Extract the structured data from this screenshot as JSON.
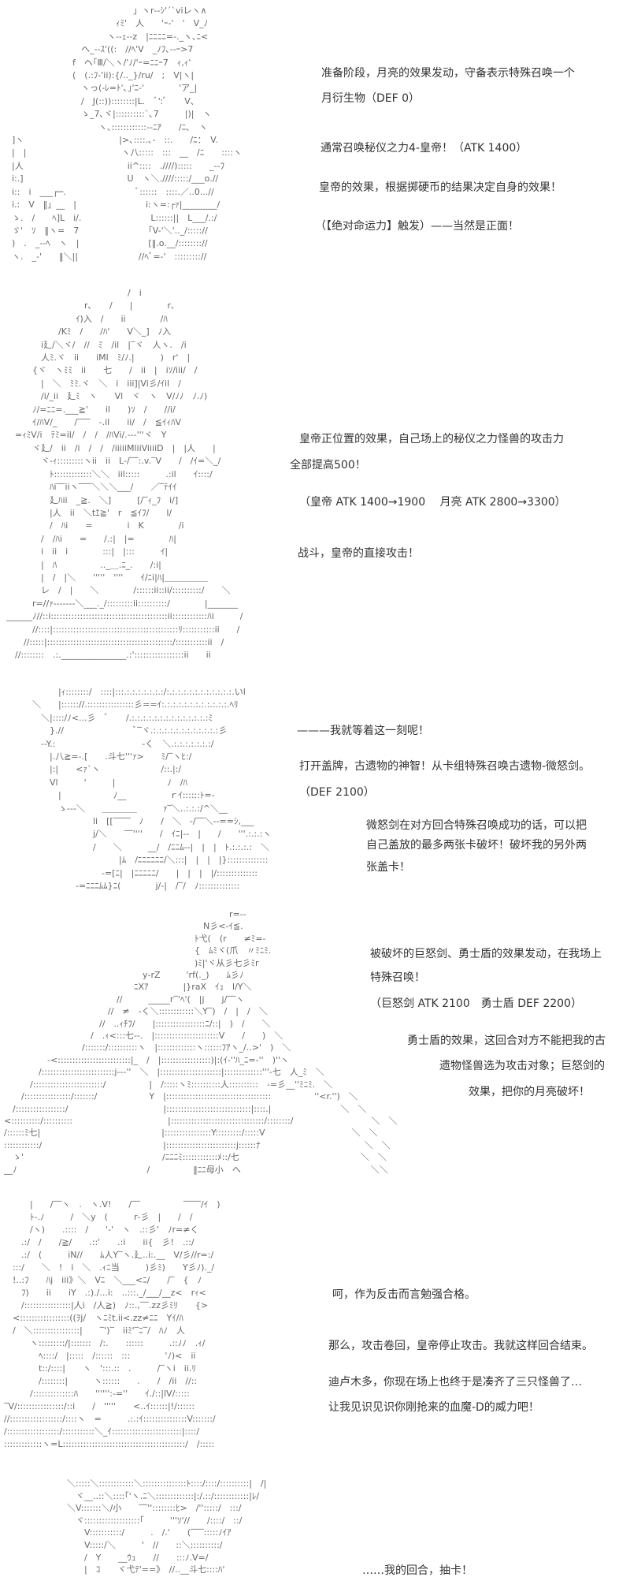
{
  "panels": [
    {
      "art": [
        "　　　　　　　　　　　　　　」ヽr‐-ｼ'´`viレヽ∧",
        "　　　　　　　　　　　　ｨﾐ'　人　　'ｰ-'　'　V_ﾉ",
        "　　　　　　　　　　　ヽ--ｪ--z　|ﾆﾆﾆﾆ=-._ヽ､ﾆ<",
        "　　　　　　　　ヘ_--ｽ'((:　//ﾍ'V　_ﾉﾌ､--ｰ>7",
        "　　　　　　　f　ヘ｢Ⅲ/＼ヽ/'ﾉ/'ｰ=ﾆﾆｰ7　ｨ,ｨ'",
        "　　　　　　　(　(.:ﾌ-'ii):{/.._}/ru/　;　V|ヽ|",
        "　　　　　　　　ヽっ(-ﾚ=ﾄ'､｣'ﾆ-'　　　　'ア_|",
        "　　　　　　　　/　J(::))::::::::|L.　ﾞ':ﾞ　　V､",
        "　　　　　　　　ゝ_7､ヾ|::::::::::`､7　　　|)|　ヽ",
        "　　　　　　　　　　ヽ､::::::::::::--ﾆｱ　　/ﾆ､　ヽ",
        "]ヽ　　　　　　　　　　　|>､::::.､-　::.　　/ﾆ：　V.",
        "|　|　　　　　　　　　　　ヽ八:::::　:::　__　/ﾆ　　::::ヽ",
        "|人　　　　　　　　　　　　ii^::::　.////):::::　　_--ﾌ",
        "i:.]　　　　　　　　　　　　U　ヽ＼.////:::::/___o.//",
        "i::　i　___┌─.　　　　　　　　ﾞ::::::　::::.／..0...//",
        "i.:　V　‖」__　|　　　　　　　　i:ヽ=:┌ｧ|________/",
        "ゝ.　/　　ﾍ]L　i/.　　　　　　　　L::::::||　L___/.:/",
        "ゞ'　ｿ　‖ヽ=　7　　　　　　　　｢V-'＼'.._/::::://",
        ")　.　_--ﾍ　ヽ　|　　　　　　　　[‖.o.__/:::::::://",
        "ヽ.　_-'　　‖＼||　　　　　　　//ﾍﾞ=-'　::::::::://"
      ],
      "captions": [
        "准备阶段，月亮的效果发动，守备表示特殊召唤一个",
        "月衍生物（DEF 0）",
        "通常召唤秘仪之力4-皇帝！（ATK 1400）",
        "皇帝的效果，根据掷硬币的结果决定自身的效果！",
        "（【绝对命运力】触发）——当然是正面！"
      ]
    },
    {
      "art": [
        "　　　　　　　　　　　　　　/　i",
        "　　　　　　　　　r､　　/　　|　　　　r､",
        "　　　　　　　　ｲ)入　/　　ii　　　　/ﾊ",
        "　　　　　　/Kﾐ　/　　/ﾊ'　　V＼_]　ﾉ入",
        "　　　　i廴/＼ヾ/　//　ﾐ　/il　|‾ヾ　人ヽ.　/i",
        "　　　　人ﾐ.ヾ　ii　　iMl　ﾐ/ﾉ.|　　　)　r'　|",
        "　　　{ヾ　ヽﾐﾐ　ii　　七　　/　ii　|　iｿ/iii/　/",
        "　　　　|　＼　ﾐﾐ.ヾ　＼　i　iii]|Vi彡/ｲil　/",
        "　　　　/i/_ii　廴ﾐ　ヽ　　Vl　ヾ　ヽ　V/ﾉﾉ　ﾉ.ﾉ)",
        "　　　ﾉ/=ﾆﾆ=.___≧'　　il　　)ｿ　/　　//i/",
        "　　　ｲ/ﾊV/_　　/‾‾‾　‐.il　　ii/　/　≦ｲｨﾊV",
        "　=ｨﾐV/i　ﾃﾐ=il/　/　/　/ﾊVi/.‐‐‐'''ヾ　Y",
        "　　　ヾ廴/　ii　/i　/　/　/iiiiiMliiViiiiD　|　|人　　|",
        "　　　　ヾ‐ｨ:::::::::ヽii　ii　L-/‾‾:.v.‾V　　/　/ｲ=＼_/",
        "　　　　　ﾄ:::::::::::::＼＼　iil:::::　　　.:il　　ｲ::::/",
        "　　　　　ﾊi‾‾iiヽ‾‾‾＼＼＼___/　　／‾ﾃｲｲ",
        "　　　　　廴ﾊii　_≧.　＼]　　　[/‾ｨ_ﾌ　i/]",
        "　　　　　|人　ii　＼tｴ≧'　r　≦ｲﾌ/　　l/",
        "　　　　　/　ﾊi　　=　　　　i　K　　　　/i",
        "　　　　/　/ﾊi　　=　　/.:|　|=　　　　ﾊ|",
        "　　　　i　ii　i　　　　:::|　|:::　　　ｲ|",
        "　　　　|　ﾊ　　　　　.._＿.ﾆ_.　　/:i|",
        "　　　　|　/　|＼　　'''''　''''　　ｲ/ﾆi|ﾊ|＿＿＿＿＿",
        "　　　　レ　/　|　　＼　　　　/::::::ii::ii/::::::::::/　　＼",
        "　　　r=//ｧ‐‐‐‐‐‐‐＼___._/:::::::::ii::::::::::/　　　　|_______",
        "______ﾉ//::i::::::::::::::::::::::::::::::::::::::::ii::::::::::::ﾊi　　　/",
        "　　　//::::|:::::::::::::::::::::::::::::::::::::::::::ﾘ:::::::::::ii　　/",
        "　　//:::::|:::::::::::::::::::::::::::::::::::::::::::/:::::::::::ii　/",
        "　//::::::::　.:._______________.:':::::::::::::::::ii　　ii"
      ],
      "captions": [
        "皇帝正位置的效果，自己场上的秘仪之力怪兽的攻击力",
        "全部提高500！",
        "（皇帝 ATK 1400→1900　 月亮 ATK 2800→3300）",
        "战斗，皇帝的直接攻击！"
      ]
    },
    {
      "art": [
        "　　　　|ｨ::::::::/　::::|:::.:.:.:.:.:.:.:/:.:.:.:.:.:.:.:.:.:.:.:.いl",
        "　＼　　|:::::://.::::::::::::::::彡==ｲ:.:.:.:.:.:.:.:.:.:.:.:.ﾍﾘ",
        "　　＼|::::/ﾉ<...彡　ﾞ　　/.:.:.:.:.:.:.:.:.:.:.:.:.:.:ﾐ",
        "　　　}.//　　　　　　　　ﾞ‾ヾ.:.:.:.:.:.:.:.:.:.:.:.:彡",
        "　　‐‐Y.:　　　　　　　　　　‐く　＼.:.:.:.:.:.:.:/",
        "　　　|.八≧=‐.[　　.斗七'''ｧ>　　ﾐ/‾ヽﾋ:/",
        "　　　|:|　　<ｧ`ヽ　　　　　　　/::.|:/",
        "　　　Vl　　　'　　　|　　　　　　ﾉ　/ﾊ",
        "　　　　|　　　　　　ﾉ__　　　　　ｒｲ::::::ﾄ=‐",
        "　　　　ゝ‐‐‐＼　　＿＿＿＿　　　ｧ‾＼..:.:.:/^＼__",
        "　　　　　　　　li　[[‾‾‾‾　ﾉ　　/　＼　‐/‾‾＼‐‐==ｼ,___",
        "　　　　　　　　j/＼　　‾‾''''　　/　ｲﾆ|‐‐　|　　/　　'''.:.:.:ヽ",
        "　　　　　　　　/　　＼　　　__/　/ﾆﾆﾑ‐‐|　|　|　ﾄ.:.:.:.:　＼",
        "　　　　　　　　　　　|ﾑ　/ﾆﾆﾆﾆﾆﾆ/＼:::|　|　|　|}::::::::::::::",
        "　　　　　　　　　‐=[ﾆ|　|ﾆﾆﾆﾆﾆ/　　|　|　|　|/::::::::::::::",
        "　　　　　　‐=ﾆﾆﾆﾑﾑ}ﾆ(　　　　j/‐|　/‾/　ﾉ::::::::::::::"
      ],
      "captions": [
        "———我就等着这一刻呢！",
        "打开盖牌，古遗物的神智！从卡组特殊召唤古遗物-微怒剑。",
        "（DEF 2100）",
        "微怒剑在对方回合特殊召唤成功的话，可以把",
        "自己盖放的最多两张卡破坏！破坏我的另外两",
        "张盖卡！"
      ]
    },
    {
      "art": [
        "　　　　　　　　　　　　　　　　　　　　　　　　　　r=‐‐",
        "　　　　　　　　　　　　　　　　　　　　　　　N彡<‐ｲ≦.",
        "　　　　　　　　　　　　　　　　　　　　　　ﾄ弋(　(r　　≠ﾐ=‐",
        "　　　　　　　　　　　　　　　　　　　　　　{　ﾑﾐヾ(爪　〃ﾐﾆﾐ.",
        "　　　　　　　　　　　　　　　　　　　　　　)ﾐ|'ヾ从彡七彡ﾐr",
        "　　　　　　　　　　　　　　　　y‐rZ　　　'rf(._)　　ﾑ彡ﾉ",
        "　　　　　　　　　　　　　　　ﾆXｱ　　　　|}raX　ｲｭ　l/Y＼",
        "　　　　　　　　　　　　　//　　　_____r‾'ﾍ'(　|j　　j/‾‾ヽ",
        "　　　　　　　　　　　　//　≠　‐く＼::::::::::::＼Y‾)　/　|　/　＼",
        "　　　　　　　　　　　//　..ｨﾁﾌ/　　|:::::::::::::::::ﾆ/::|　)　/　　＼",
        "　　　　　　　　　　/　.ｨ<:::七‐-.　|::::::::::::::::::::::V　　/　　)　＼",
        "　　　　　　　　　/:::::::/::::::::::ヽ　|:::::::::::::ヽ::::::ﾌｱヽ_/..>'　)　＼",
        "　　　　　‐<:::::::::::::::::::::::::|_　/　|:::::::::::::::::)|:(ｲ‐''ﾊ_ﾆ=‐''　)''ヽ",
        "　　　　/:::::::::::::::::::::::::j‐‐‐''　＼　|:::::::::::::::::::::|:::::::::::::'''‐七　人_ﾐ　＼",
        "　　　/::::::::::::::::::::::::/　　　　　|　/:::::ヽﾐ::::::::::人::::::::::　‐=彡__''ﾐﾆﾐ.　＼",
        "　　/::::::::::::::::/:::::::/　　　　　　Y　|::::::::::::::::::::::::::::::::::::　　　　　''<r.'')　＼",
        "　/:::::::::::::::::/　　　　　　　　　　　|:::::::::::::::::::::::::::::|::::.|　　　　　　　　＼　＼",
        "<::::::::::/::::::::::　　　　　　　　　　　|::::::::::::::::::::::::::::::::/::::::::/　　　　　　　　　＼　＼",
        "/::::::ﾐ七|　　　　　　　　　　　　　　|::::::::::::::::Y:::::::::/:::::V　　　　　　　　　　＼　＼",
        "::::::::::::/　　　　　　　　　　　　　　|::::::::::::::::::::::::j::::::ﾅ　　　　　　　　　　　　＼　＼",
        "　ゝ'　　　　　　　　　　　　　　　　/ﾆﾆﾆﾐ::::::::::::ﾒ::/七　　　　　　　　　　　　　　＼　＼",
        "__ﾉ　　　　　　　　　　　　　　　/　　　　　‖ﾆﾆ母小　ヘ　　　　　　　　　　　　　　　＼＼"
      ],
      "captions": [
        "被破坏的巨怒剑、勇士盾的效果发动，在我场上",
        "特殊召唤！",
        "（巨怒剑 ATK 2100　勇士盾 DEF 2200）",
        "勇士盾的效果，这回合对方不能把我的古",
        "遗物怪兽选为攻击对象；巨怒剑的",
        "效果，把你的月亮破坏！"
      ]
    },
    {
      "art": [
        "　　　|　　/‾‾ヽ　.　ヽ.V!　　/‾‾　　　　　‾‾‾‾/ｲ　)",
        "　　　ﾄ‐.ﾉ　　　/　＼y　(　　　r‐彡　|　　/　/",
        "　　　/ヽ)　　.::::　/　　'‐'　ヽ　.::彡'　ﾉr=≠く",
        "　　.:/　/　　/≧/　　.::'　　.:i　　ii{　彡!　.::/",
        "　　.:/　(　　　iN//　　ﾑ人Y‾ヽ.廴..i:.__　V/彡//r=:/",
        "　:::/　　＼　!　i　＼　.ｨﾆ当　　　)彡ﾐ)　　Y彡ﾉ)._/",
        "　!..:ﾌ　　ﾊj　iii》＼　Vﾆ　＼___<ﾆ/　　/‾　{　ﾉ",
        "　　ﾌ)　　ii　　iY　.:)./...i:　..:::._/___/__z<　rｨ<",
        "　　/::::::::::::::::|人i　/人≧)　ﾉ::.,‾‾.zz彡ﾐﾘ　　{>",
        "　<:::::::::::::::::((ｦj/　ヽﾆﾐt.ii<.zz≠ﾆﾆ　Yｲ/ﾊ",
        "　/　＼::::::::::::::::|　　‾')‾　iiﾐ'‾ﾆ‾/　ﾊﾉ　人",
        "　　　ヽ:::::::::/|:::::::　/:.　　::::::　　　.::ﾉﾉ　.ｨ/",
        "　　　　ﾍ::::/　|:::::　/::::::　:::　　　　'ﾉ)<　ii",
        "　　　　t::/::::|　　ヽ　':::.::　.　　　/‾ヽi　ii.ﾘ",
        "　　　　/::::::::|　　　ヽ::::::　　.　　/　/ii　//::",
        "　　　/::::::::::::::ﾊ　　'''''':‐=''　　ｲ./::|lV/:::::",
        "‾V/::::::::::::::::/::i　　/　'''''　　<..ｲ::::::|!/::::::",
        "//::::::::::::::::::/::::ヽ　=　　　.:.:ｲ:::::::::::::::V:::::::/",
        "/::::::::::::::::::/:::::::::::＼_ｲ::::::::::::::::::::::::|::::/",
        ":::::::::::::ヽ=L::::::::::::::::::::::::::::::::::::::::::/　/:::::"
      ],
      "captions": [
        "呵，作为反击而言勉强合格。",
        "那么，攻击卷回，皇帝停止攻击。我就这样回合结束。",
        "迪卢木多，你现在场上也终于是凑齐了三只怪兽了…",
        "让我见识见识你刚抢来的血魔-D的威力吧！"
      ]
    },
    {
      "art": [
        "＼:::::＼::::::::::::＼:::::::::::::::ﾄ::::/::::/::::::::::|　/|",
        "　ヾ__..::＼::::｢'ヽ.ﾆ＼:::::::::::::|:/.::/::::::::::::|ﾚ/",
        "＼V:::::::＼/小　　‾‾''::::::::ﾋ>　/'':::::/　:::/",
        "　ヾ:::::::::::::::::::｢　　　'''ｿ'//　　/::::/　::/",
        "　　V:::::::::::/　　　.　/.'　　(‾‾‾:::::ﾉｲｱ",
        "　　V:::::/＼　　　'　//　　::＼::::::::::/",
        "　　/　Y　　__ｳｭ　　//　　:::ﾉ.V=/",
        "　　|　ｺ　　ヾ弋ﾃ'==》　//..__斗七::::ﾊ'"
      ],
      "captions": [
        "……我的回合，抽卡！"
      ]
    }
  ]
}
